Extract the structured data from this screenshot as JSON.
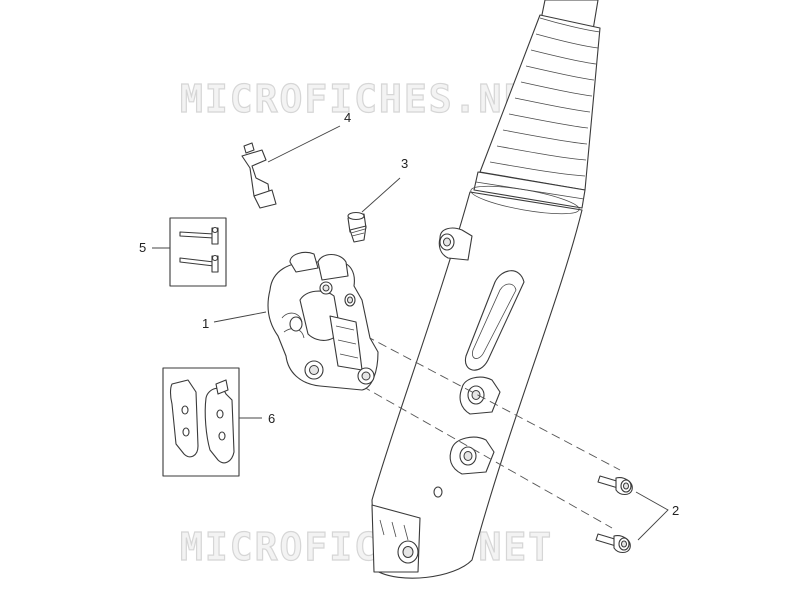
{
  "watermark": {
    "text_top": "MICROFICHES.NET",
    "text_bottom": "MICROFICHES.NET"
  },
  "callouts": [
    {
      "label": "1",
      "part": "brake-caliper"
    },
    {
      "label": "2",
      "part": "mounting-bolts"
    },
    {
      "label": "3",
      "part": "bleed-valve"
    },
    {
      "label": "4",
      "part": "hose-bracket"
    },
    {
      "label": "5",
      "part": "pad-pins"
    },
    {
      "label": "6",
      "part": "brake-pads"
    }
  ],
  "colors": {
    "line": "#3a3a3a",
    "background": "#ffffff",
    "watermark": "#d6d6d6"
  }
}
